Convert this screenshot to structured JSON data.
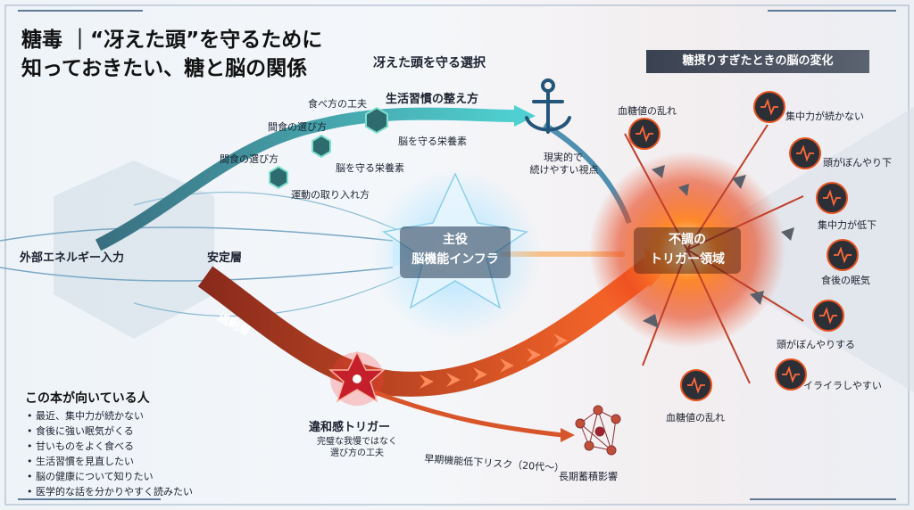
{
  "title": {
    "line1": "糖毒 ｜“冴えた頭”を守るために",
    "line2": "知っておきたい、糖と脳の関係"
  },
  "top_selection": "冴えた頭を守る選択",
  "right_header": "糖摂りすぎたときの脳の変化",
  "left_input": "外部エネルギー入力",
  "stable_layer": "安定層",
  "excess_layer": "過剰層",
  "center": {
    "line1": "主役",
    "line2": "脳機能インフラ"
  },
  "trouble": {
    "line1": "不調の",
    "line2": "トリガー領域"
  },
  "habits": {
    "main": "生活習慣の整え方",
    "eating": "食べ方の工夫",
    "snack1": "間食の選び方",
    "snack2": "間食の選び方",
    "nutrient1": "脳を守る栄養素",
    "nutrient2": "脳を守る栄養素",
    "exercise": "運動の取り入れ方"
  },
  "anchor_label": {
    "line1": "現実的で",
    "line2": "続けやすい視点"
  },
  "discomfort": {
    "title": "違和感トリガー",
    "sub1": "完璧な我慢ではなく",
    "sub2": "選び方の工夫"
  },
  "early_risk": "早期機能低下リスク（20代〜）",
  "long_term": "長期蓄積影響",
  "effects": [
    {
      "label": "血糖値の乱れ"
    },
    {
      "label": "集中力が続かない"
    },
    {
      "label": "頭がぼんやり下"
    },
    {
      "label": "集中力が低下"
    },
    {
      "label": "食後の眠気"
    },
    {
      "label": "頭がぼんやりする"
    },
    {
      "label": "イライラしやすい"
    },
    {
      "label": "血糖値の乱れ"
    }
  ],
  "audience": {
    "title": "この本が向いている人",
    "items": [
      "最近、集中力が続かない",
      "食後に強い眠気がくる",
      "甘いものをよく食べる",
      "生活習慣を見直したい",
      "脳の健康について知りたい",
      "医学的な話を分かりやすく読みたい"
    ]
  },
  "colors": {
    "teal": "#2f8f9a",
    "orange": "#e8521f",
    "dark": "#2d2f36"
  }
}
